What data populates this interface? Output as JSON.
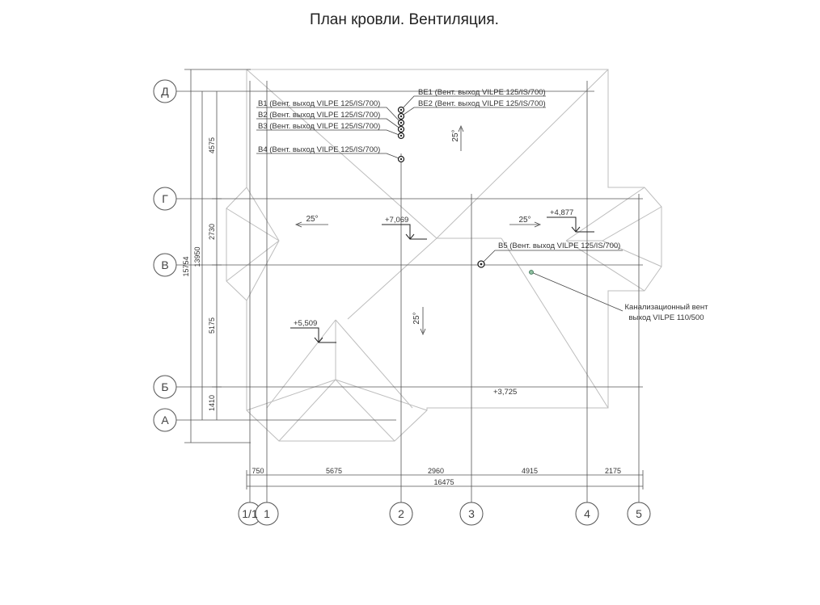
{
  "title": "План кровли. Вентиляция.",
  "axes": {
    "rows": [
      "Д",
      "Г",
      "В",
      "Б",
      "А"
    ],
    "cols": [
      "1/1",
      "1",
      "2",
      "3",
      "4",
      "5"
    ]
  },
  "dims": {
    "left_outer": "15754",
    "left_mid": "13950",
    "left_inner": [
      "4575",
      "2730",
      "5175",
      "1410"
    ],
    "bottom": [
      "750",
      "5675",
      "2960",
      "4915",
      "2175"
    ],
    "bottom_total": "16475"
  },
  "labels": {
    "be1": "ВЕ1 (Вент. выход VILPE 125/IS/700)",
    "be2": "ВЕ2 (Вент. выход VILPE 125/IS/700)",
    "b1": "В1 (Вент. выход VILPE 125/IS/700)",
    "b2": "В2 (Вент. выход VILPE 125/IS/700)",
    "b3": "В3 (Вент. выход VILPE 125/IS/700)",
    "b4": "В4 (Вент. выход VILPE 125/IS/700)",
    "b5": "В5 (Вент. выход VILPE 125/IS/700)",
    "sewer_line1": "Канализационный вент",
    "sewer_line2": "выход VILPE 110/500"
  },
  "elevations": {
    "e1": "+7,069",
    "e2": "+4,877",
    "e3": "+5,509",
    "e4": "+3,725"
  },
  "slopes": {
    "s1": "25°",
    "s2": "25°",
    "s3": "25°",
    "s4": "25°"
  },
  "colors": {
    "roof_line": "#bdbdbd",
    "grid_line": "#555555",
    "text": "#333333"
  }
}
